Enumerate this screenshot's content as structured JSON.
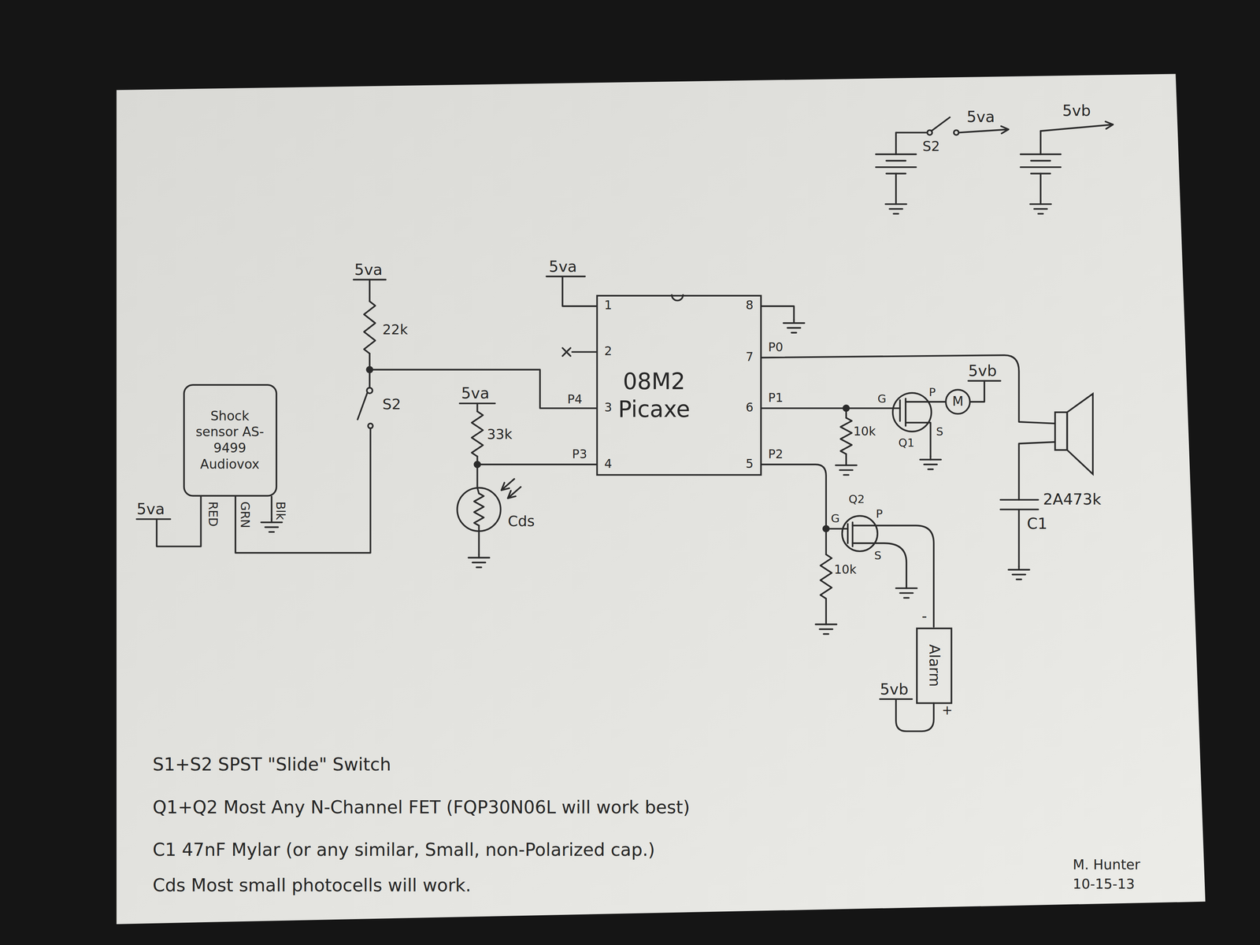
{
  "diagram": {
    "nodes": [
      {
        "text": [
          "Shock sensor AS-9499 Audiovox"
        ]
      },
      {
        "text": [
          "08M2 Picaxe"
        ]
      },
      {
        "text": [
          "M"
        ]
      },
      {
        "text": [
          "Alarm"
        ]
      }
    ],
    "labels": [
      "S2",
      "5va",
      "5vb",
      "5va",
      "22k",
      "S2",
      "5va",
      "1",
      "2",
      "P4",
      "3",
      "P3",
      "4",
      "8",
      "P0",
      "7",
      "P1",
      "6",
      "P2",
      "5",
      "5va",
      "33k",
      "Cds",
      "5va",
      "RED",
      "GRN",
      "Blk",
      "G",
      "P",
      "S",
      "Q1",
      "5vb",
      "10k",
      "G",
      "P",
      "S",
      "Q2",
      "10k",
      "-",
      "+",
      "5vb",
      "2A473k",
      "C1",
      "S1+S2 SPST \"Slide\" Switch",
      "Q1+Q2 Most Any N-Channel FET (FQP30N06L will work best)",
      "C1 47nF Mylar (or any similar, Small, non-Polarized cap.)",
      "Cds Most small photocells will work.",
      "M. Hunter",
      "10-15-13"
    ]
  }
}
